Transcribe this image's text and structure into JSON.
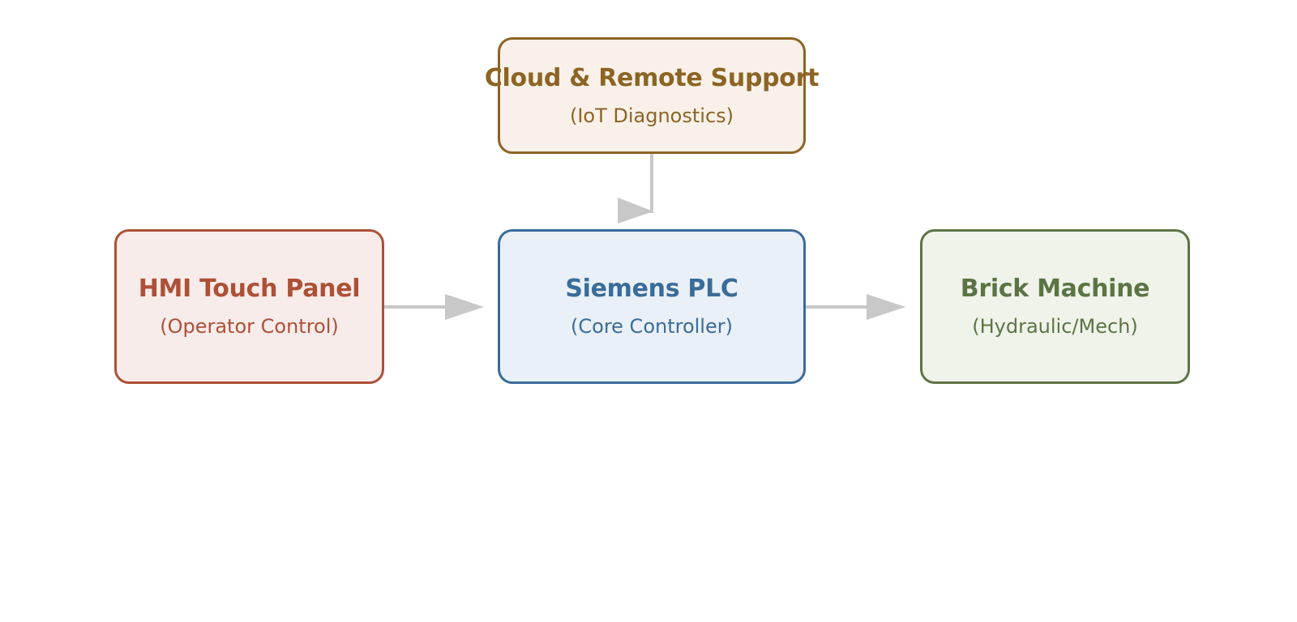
{
  "diagram": {
    "nodes": {
      "cloud": {
        "title": "Cloud & Remote Support",
        "subtitle": "(IoT Diagnostics)"
      },
      "hmi": {
        "title": "HMI Touch Panel",
        "subtitle": "(Operator Control)"
      },
      "plc": {
        "title": "Siemens PLC",
        "subtitle": "(Core Controller)"
      },
      "machine": {
        "title": "Brick Machine",
        "subtitle": "(Hydraulic/Mech)"
      }
    },
    "edges": [
      {
        "from": "cloud",
        "to": "plc"
      },
      {
        "from": "hmi",
        "to": "plc"
      },
      {
        "from": "plc",
        "to": "machine"
      }
    ],
    "colors": {
      "cloud_border": "#8c6424",
      "cloud_fill": "#f9f1e9",
      "hmi_border": "#ad5038",
      "hmi_fill": "#f8ecea",
      "plc_border": "#3a6c99",
      "plc_fill": "#eaf0f7",
      "machine_border": "#5c7444",
      "machine_fill": "#eff3ea",
      "connector": "#c8c8c8"
    }
  }
}
